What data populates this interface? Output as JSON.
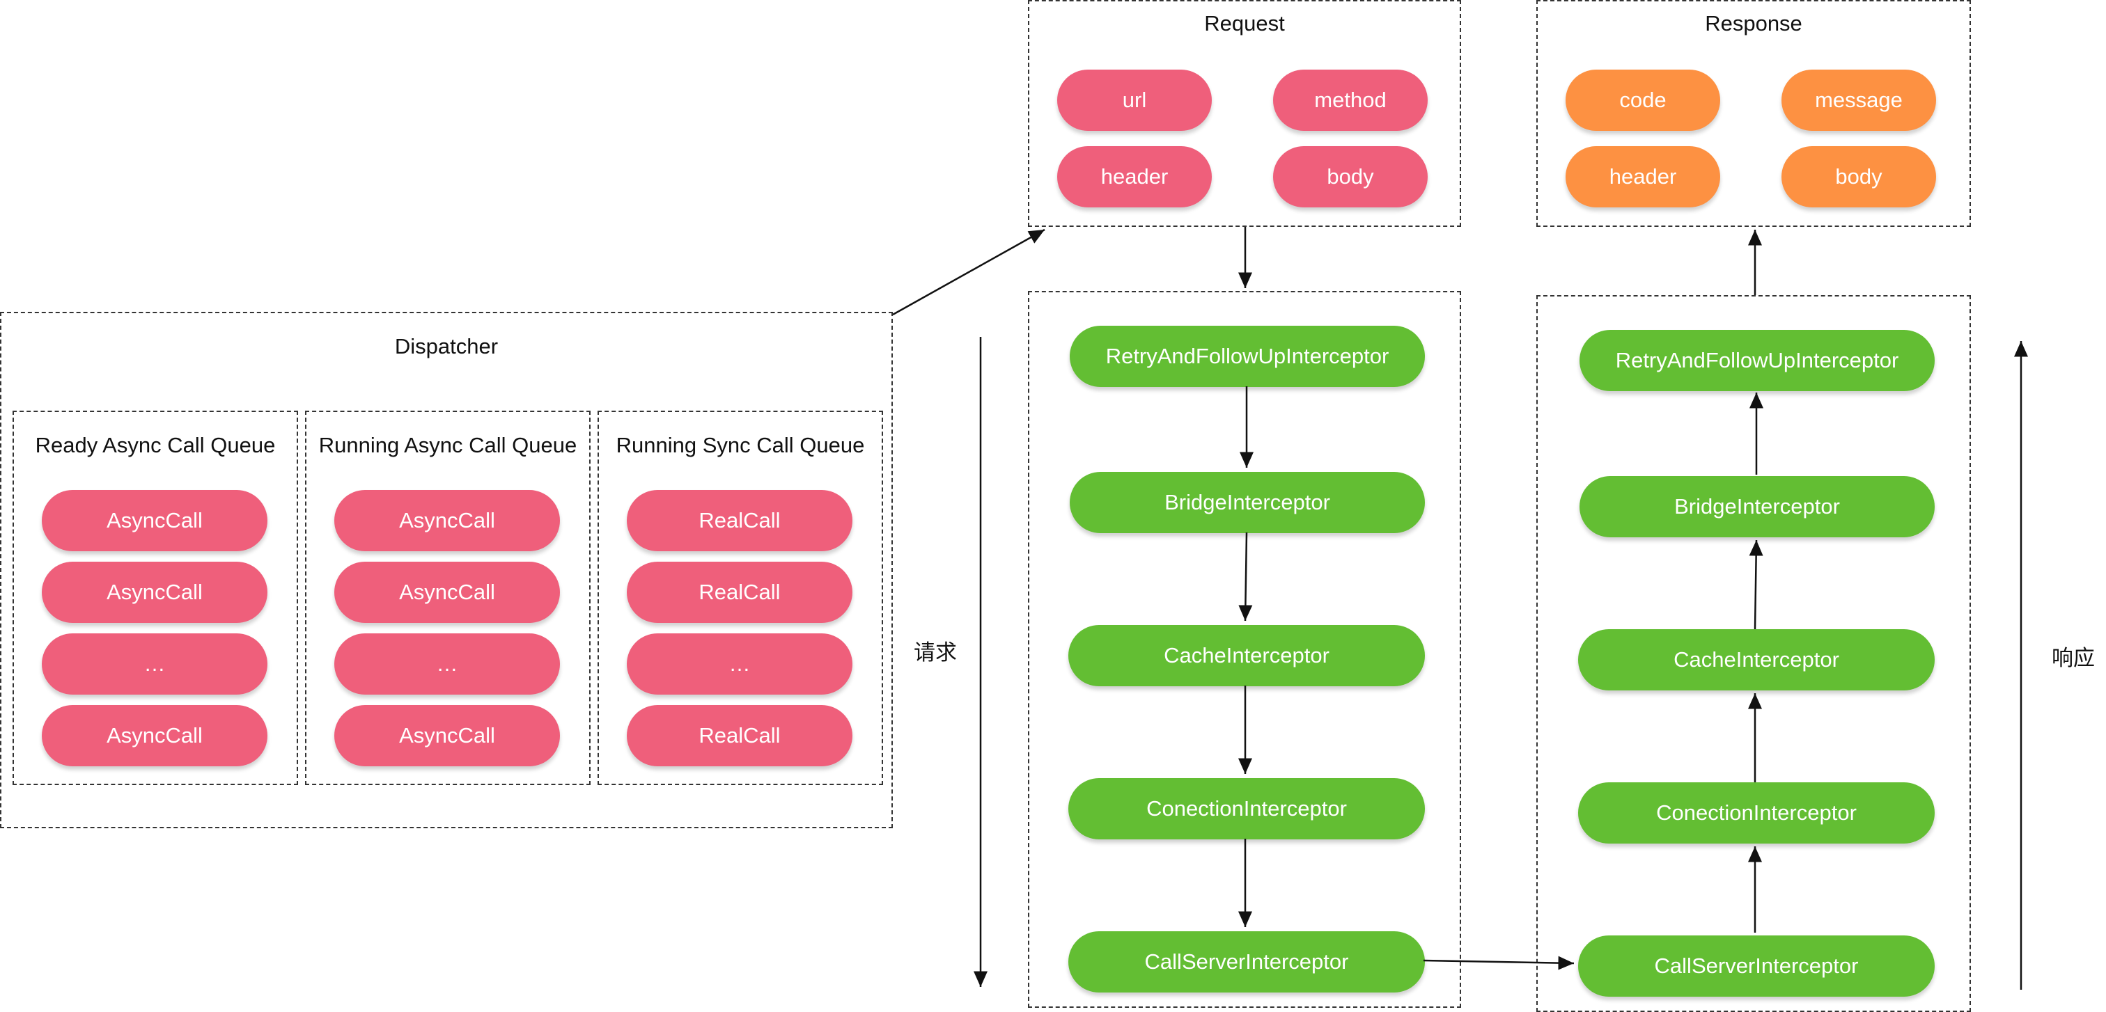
{
  "request": {
    "title": "Request",
    "fields": [
      "url",
      "method",
      "header",
      "body"
    ]
  },
  "response": {
    "title": "Response",
    "fields": [
      "code",
      "message",
      "header",
      "body"
    ]
  },
  "dispatcher": {
    "title": "Dispatcher",
    "queues": [
      {
        "title": "Ready Async Call Queue",
        "items": [
          "AsyncCall",
          "AsyncCall",
          "…",
          "AsyncCall"
        ]
      },
      {
        "title": "Running Async Call Queue",
        "items": [
          "AsyncCall",
          "AsyncCall",
          "…",
          "AsyncCall"
        ]
      },
      {
        "title": "Running Sync Call Queue",
        "items": [
          "RealCall",
          "RealCall",
          "…",
          "RealCall"
        ]
      }
    ]
  },
  "request_chain": {
    "label": "请求",
    "interceptors": [
      "RetryAndFollowUpInterceptor",
      "BridgeInterceptor",
      "CacheInterceptor",
      "ConectionInterceptor",
      "CallServerInterceptor"
    ]
  },
  "response_chain": {
    "label": "响应",
    "interceptors": [
      "RetryAndFollowUpInterceptor",
      "BridgeInterceptor",
      "CacheInterceptor",
      "ConectionInterceptor",
      "CallServerInterceptor"
    ]
  },
  "colors": {
    "request_pill": "#ef5f7b",
    "response_pill": "#fd9142",
    "queue_pill": "#ef5f7b",
    "interceptor_pill": "#63be33",
    "border": "#333333"
  }
}
